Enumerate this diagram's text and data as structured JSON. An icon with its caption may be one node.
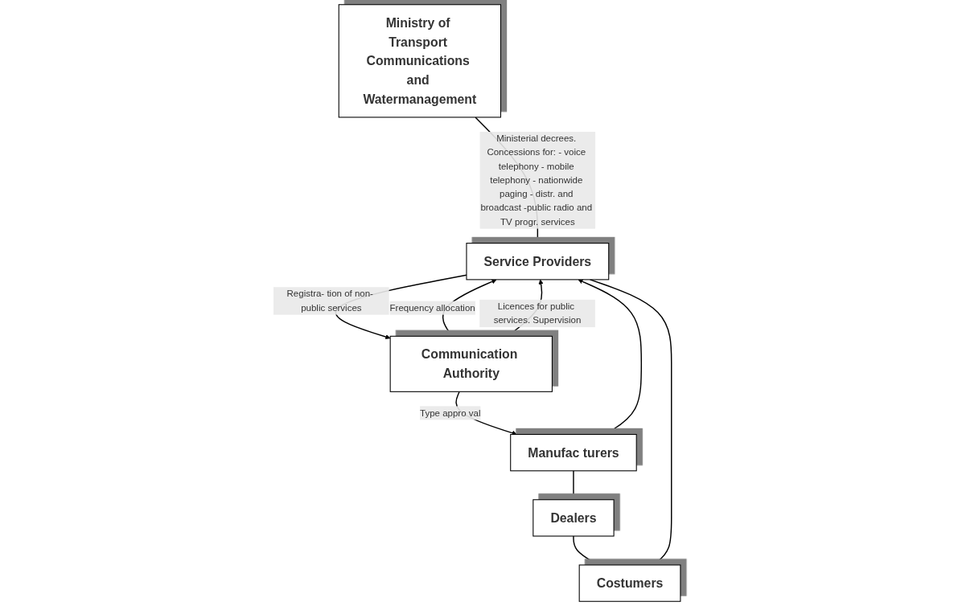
{
  "diagram": {
    "nodes": [
      {
        "text": [
          "Ministry of Transport Communications and Watermanagement"
        ]
      },
      {
        "text": [
          "Communication Authority"
        ]
      },
      {
        "text": [
          "Dealers"
        ]
      },
      {
        "text": [
          "Manufac turers"
        ]
      },
      {
        "text": [
          "Service Providers"
        ]
      },
      {
        "text": [
          "Costumers"
        ]
      }
    ],
    "edges": [
      {
        "from": 0,
        "to": 4,
        "arrow": "to",
        "label": "Ministerial decrees. Concessions for: - voice telephony - mobile telephony - nationwide paging - distr. and broadcast -public radio and TV progr. services"
      },
      {
        "from": 1,
        "to": 3,
        "arrow": "to",
        "label": "Type appro val"
      },
      {
        "from": 1,
        "to": 4,
        "arrow": "to",
        "label": "Frequency allocation"
      },
      {
        "from": 4,
        "to": 1,
        "arrow": "to",
        "label": "Registra- tion of non- public services"
      },
      {
        "from": 1,
        "to": 4,
        "arrow": "to",
        "label": "Licences for public services. Supervision"
      },
      {
        "from": 3,
        "to": 4,
        "arrow": "to"
      },
      {
        "from": 3,
        "to": 2,
        "arrow": "to"
      },
      {
        "from": 2,
        "to": 5,
        "arrow": "to"
      },
      {
        "from": 4,
        "to": 5,
        "arrow": "to"
      }
    ]
  }
}
